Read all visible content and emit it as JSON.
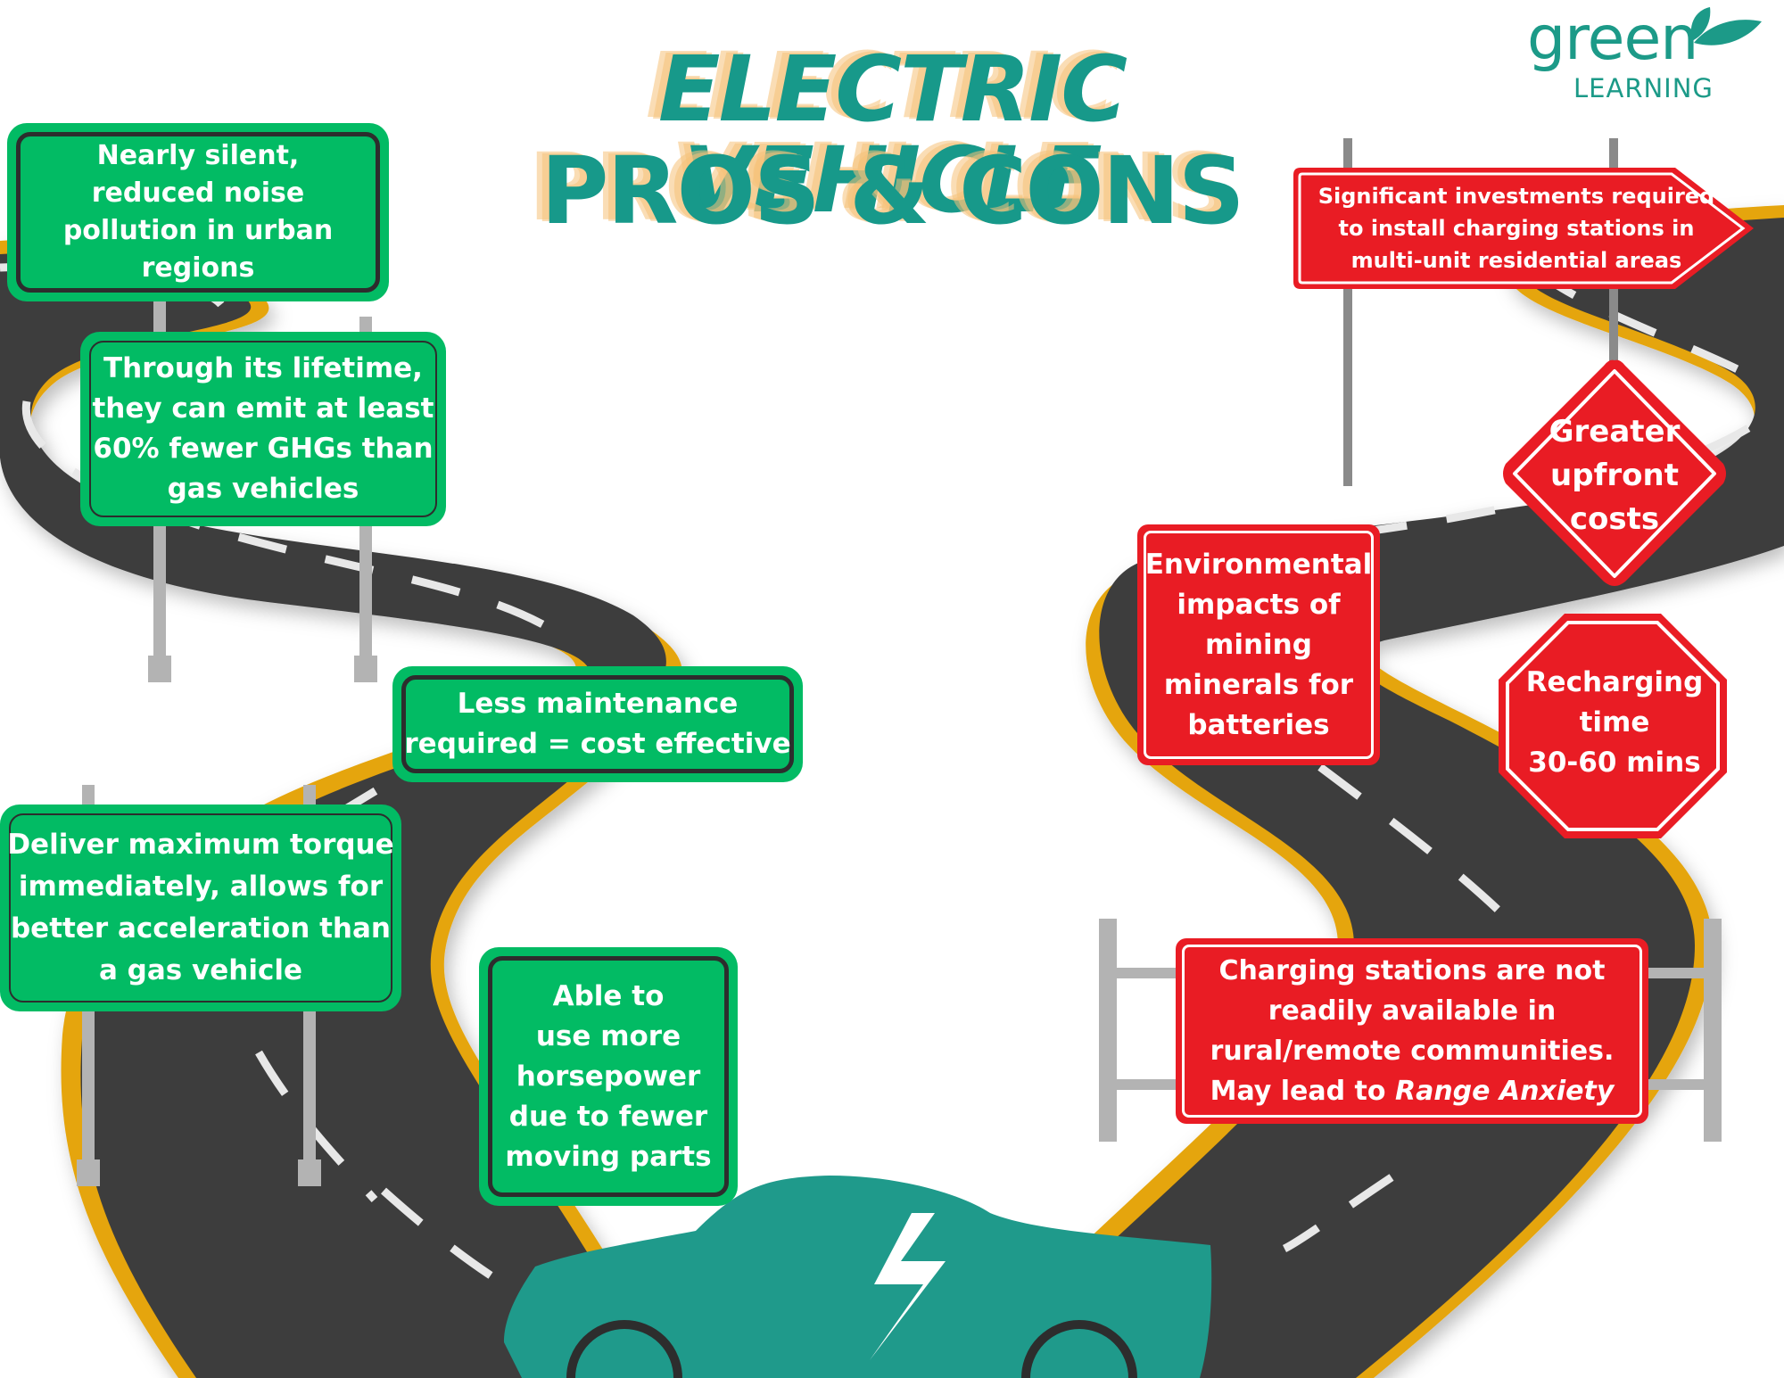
{
  "title": {
    "line1": "ELECTRIC VEHICLE",
    "line2": "PROS & CONS"
  },
  "logo": {
    "word": "green",
    "sub": "LEARNING",
    "icon": "leaf-icon"
  },
  "colors": {
    "pro_sign": "#02bb64",
    "con_sign": "#e91c24",
    "title": "#17998a",
    "title_shadow": "#f6c27a",
    "road": "#3d3d3d",
    "road_edge": "#e5a50a",
    "car": "#1f9a8b"
  },
  "pros": [
    {
      "id": "noise",
      "lines": [
        "Nearly silent,",
        "reduced noise",
        "pollution in urban",
        "regions"
      ]
    },
    {
      "id": "ghg",
      "lines": [
        "Through its lifetime,",
        "they can emit at least",
        "60% fewer GHGs than",
        "gas vehicles"
      ]
    },
    {
      "id": "maintenance",
      "lines": [
        "Less maintenance",
        "required = cost effective"
      ]
    },
    {
      "id": "torque",
      "lines": [
        "Deliver maximum torque",
        "immediately, allows for",
        "better acceleration than",
        "a gas vehicle"
      ]
    },
    {
      "id": "horsepower",
      "lines": [
        "Able to",
        "use more",
        "horsepower",
        "due to fewer",
        "moving parts"
      ]
    }
  ],
  "cons": [
    {
      "id": "investment",
      "lines": [
        "Significant investments required",
        "to install charging stations in",
        "multi-unit residential areas"
      ]
    },
    {
      "id": "upfront",
      "lines": [
        "Greater",
        "upfront",
        "costs"
      ]
    },
    {
      "id": "mining",
      "lines": [
        "Environmental",
        "impacts of",
        "mining",
        "minerals for",
        "batteries"
      ]
    },
    {
      "id": "recharge",
      "lines": [
        "Recharging",
        "time",
        "30-60 mins"
      ]
    },
    {
      "id": "availability",
      "lines": [
        "Charging stations are not",
        "readily available in",
        "rural/remote communities."
      ],
      "last_prefix": "May lead to ",
      "last_emphasis": "Range Anxiety"
    }
  ],
  "car": {
    "icon": "lightning-bolt-icon"
  }
}
